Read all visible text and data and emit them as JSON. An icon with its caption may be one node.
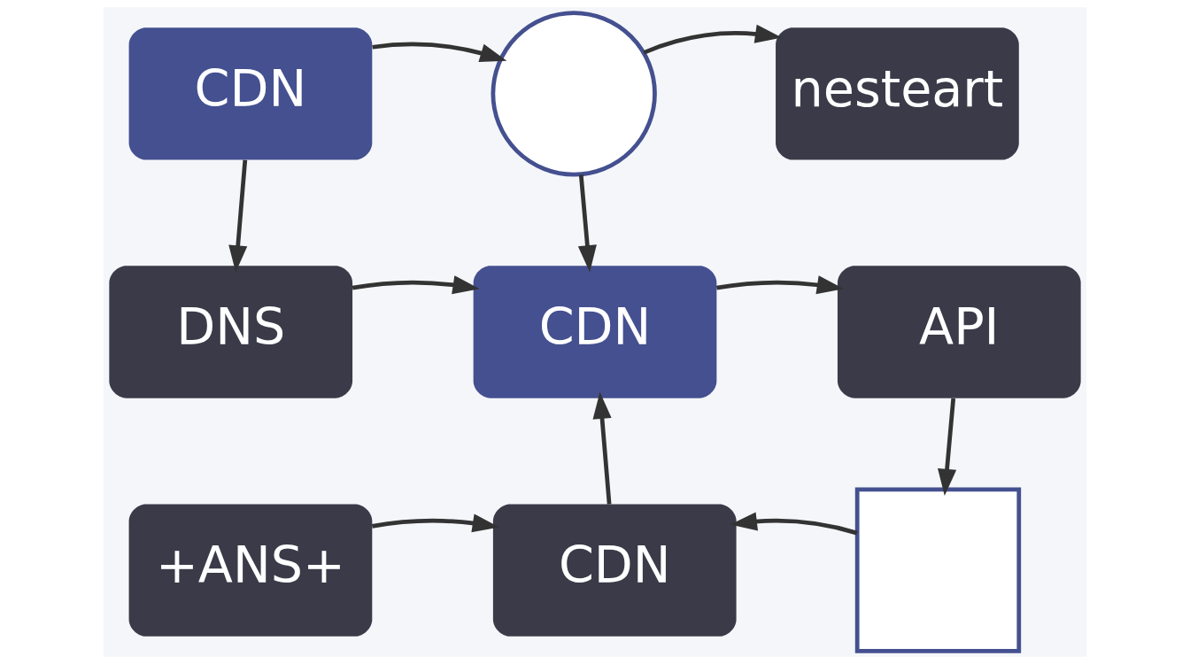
{
  "diagram": {
    "nodes": [
      {
        "text": [
          "CDN"
        ]
      },
      {
        "text": [],
        "shape": "circle"
      },
      {
        "text": [
          "nesteart"
        ]
      },
      {
        "text": [
          "DNS"
        ]
      },
      {
        "text": [
          "CDN"
        ]
      },
      {
        "text": [
          "API"
        ]
      },
      {
        "text": [
          "+ANS+"
        ]
      },
      {
        "text": [
          "CDN"
        ]
      },
      {
        "text": [],
        "shape": "box"
      }
    ],
    "edges": [
      {
        "from": 0,
        "to": 1,
        "arrow": "to"
      },
      {
        "from": 1,
        "to": 2,
        "arrow": "to"
      },
      {
        "from": 0,
        "to": 3,
        "arrow": "to"
      },
      {
        "from": 1,
        "to": 4,
        "arrow": "to"
      },
      {
        "from": 3,
        "to": 4,
        "arrow": "to"
      },
      {
        "from": 4,
        "to": 5,
        "arrow": "to"
      },
      {
        "from": 5,
        "to": 8,
        "arrow": "to"
      },
      {
        "from": 7,
        "to": 4,
        "arrow": "to"
      },
      {
        "from": 6,
        "to": 7,
        "arrow": "to"
      },
      {
        "from": 8,
        "to": 7,
        "arrow": "to"
      }
    ]
  }
}
